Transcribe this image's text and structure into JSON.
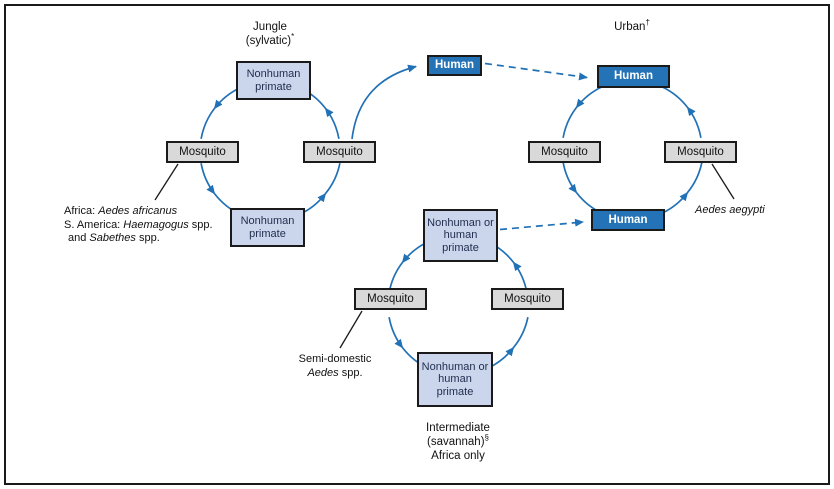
{
  "colors": {
    "accent": "#2171b6",
    "human_fill": "#2573b7",
    "primate_fill": "#cbd6ec",
    "primate_text": "#1f2c4d",
    "mosquito_fill": "#d9d9d9",
    "ink": "#1a1a1a"
  },
  "titles": {
    "jungle_line1": "Jungle",
    "jungle_line2": "(sylvatic)",
    "jungle_marker": "*",
    "urban": "Urban",
    "urban_marker": "†",
    "intermediate_line1": "Intermediate",
    "intermediate_line2": "(savannah)",
    "intermediate_marker": "§",
    "intermediate_line3": "Africa only"
  },
  "nodes": {
    "jungle_primate_top": "Nonhuman primate",
    "jungle_mosquito_left": "Mosquito",
    "jungle_mosquito_right": "Mosquito",
    "jungle_primate_bottom": "Nonhuman primate",
    "bridge_human": "Human",
    "urban_human_top": "Human",
    "urban_mosquito_left": "Mosquito",
    "urban_mosquito_right": "Mosquito",
    "urban_human_bottom": "Human",
    "intermediate_primate_top": "Nonhuman or human primate",
    "intermediate_mosquito_left": "Mosquito",
    "intermediate_mosquito_right": "Mosquito",
    "intermediate_primate_bottom": "Nonhuman or human primate"
  },
  "annotations": {
    "africa_line1_prefix": "Africa: ",
    "africa_line1_species": "Aedes africanus",
    "africa_line2_prefix": "S. America: ",
    "africa_line2_species": "Haemagogus",
    "africa_line2_suffix": " spp.",
    "africa_line3_prefix": "and ",
    "africa_line3_species": "Sabethes",
    "africa_line3_suffix": " spp.",
    "semidomestic_line1": "Semi-domestic",
    "semidomestic_species": "Aedes",
    "semidomestic_suffix": " spp.",
    "aegypti_species": "Aedes aegypti"
  }
}
